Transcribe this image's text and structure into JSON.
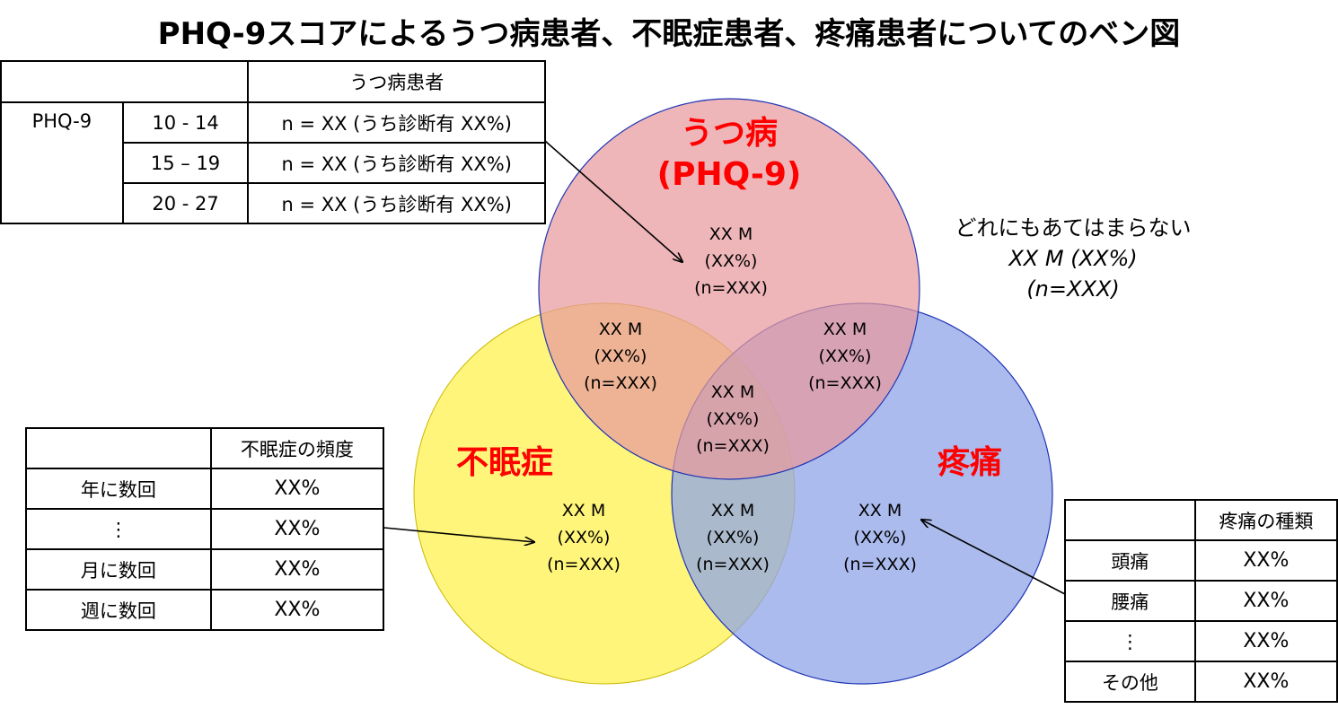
{
  "title": "PHQ-9スコアによるうつ病患者、不眠症患者、疼痛患者についてのベン図",
  "colors": {
    "depression_fill": "#e89a9e",
    "insomnia_fill": "#fff14d",
    "pain_fill": "#8fa4e8",
    "label_red": "#ff0000"
  },
  "phq_table": {
    "header": "うつ病患者",
    "row_label": "PHQ-9",
    "rows": [
      {
        "range": "10 - 14",
        "value": "n = XX (うち診断有 XX%)"
      },
      {
        "range": "15 – 19",
        "value": "n = XX (うち診断有 XX%)"
      },
      {
        "range": "20 - 27",
        "value": "n = XX (うち診断有 XX%)"
      }
    ]
  },
  "insomnia_table": {
    "header": "不眠症の頻度",
    "rows": [
      {
        "label": "年に数回",
        "value": "XX%"
      },
      {
        "label": "⋮",
        "value": "XX%"
      },
      {
        "label": "月に数回",
        "value": "XX%"
      },
      {
        "label": "週に数回",
        "value": "XX%"
      }
    ]
  },
  "pain_table": {
    "header": "疼痛の種類",
    "rows": [
      {
        "label": "頭痛",
        "value": "XX%"
      },
      {
        "label": "腰痛",
        "value": "XX%"
      },
      {
        "label": "⋮",
        "value": "XX%"
      },
      {
        "label": "その他",
        "value": "XX%"
      }
    ]
  },
  "sets": {
    "depression": {
      "label_line1": "うつ病",
      "label_line2": "(PHQ-9)"
    },
    "insomnia": {
      "label": "不眠症"
    },
    "pain": {
      "label": "疼痛"
    }
  },
  "regions": {
    "depression_only": {
      "m": "XX M",
      "pct": "(XX%)",
      "n": "(n=XXX)"
    },
    "depression_insomnia": {
      "m": "XX M",
      "pct": "(XX%)",
      "n": "(n=XXX)"
    },
    "depression_pain": {
      "m": "XX M",
      "pct": "(XX%)",
      "n": "(n=XXX)"
    },
    "all_three": {
      "m": "XX M",
      "pct": "(XX%)",
      "n": "(n=XXX)"
    },
    "insomnia_only": {
      "m": "XX M",
      "pct": "(XX%)",
      "n": "(n=XXX)"
    },
    "insomnia_pain": {
      "m": "XX M",
      "pct": "(XX%)",
      "n": "(n=XXX)"
    },
    "pain_only": {
      "m": "XX M",
      "pct": "(XX%)",
      "n": "(n=XXX)"
    }
  },
  "none": {
    "label": "どれにもあてはまらない",
    "m": "XX M (XX%)",
    "n": "(n=XXX)"
  }
}
